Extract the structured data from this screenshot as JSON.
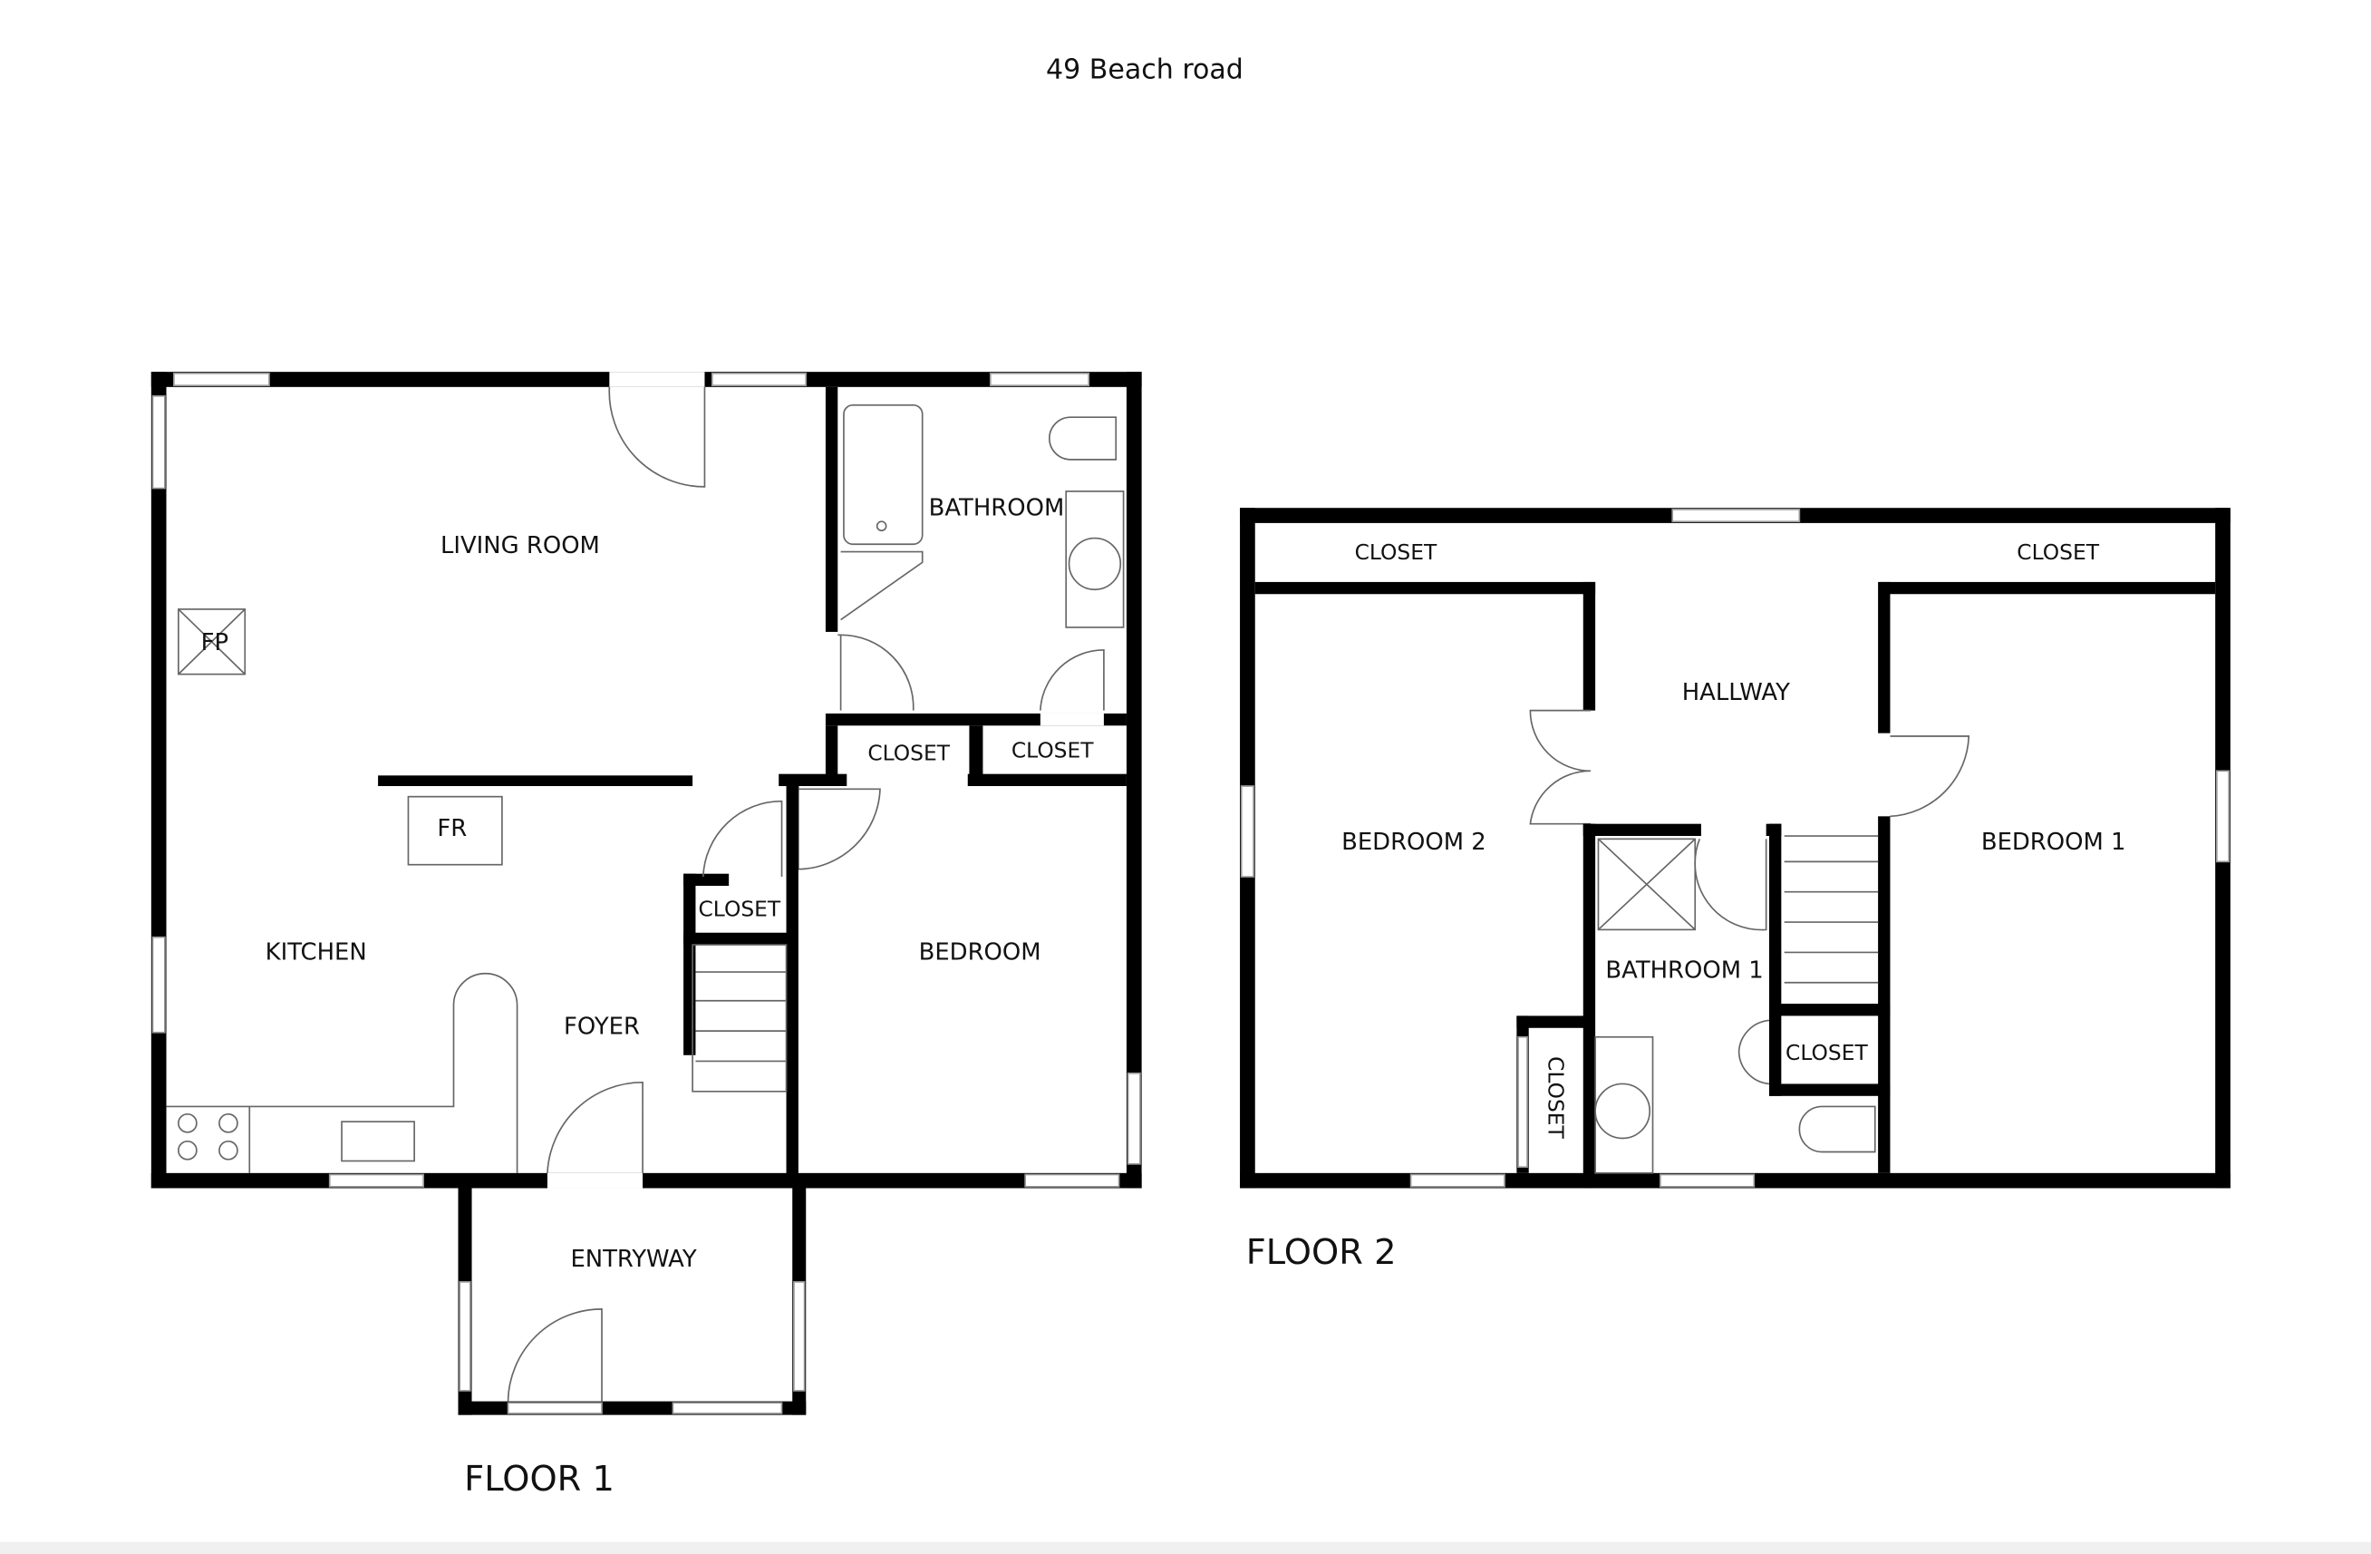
{
  "title": "49 Beach road",
  "floor1": {
    "label": "FLOOR 1",
    "rooms": {
      "living_room": "LIVING ROOM",
      "bathroom": "BATHROOM",
      "closet_a": "CLOSET",
      "closet_b": "CLOSET",
      "closet_c": "CLOSET",
      "kitchen": "KITCHEN",
      "foyer": "FOYER",
      "bedroom": "BEDROOM",
      "entryway": "ENTRYWAY"
    },
    "fixtures": {
      "fireplace": "FP",
      "fridge": "FR"
    }
  },
  "floor2": {
    "label": "FLOOR 2",
    "rooms": {
      "closet_left": "CLOSET",
      "closet_right": "CLOSET",
      "hallway": "HALLWAY",
      "bedroom2": "BEDROOM 2",
      "bedroom1": "BEDROOM 1",
      "bathroom1": "BATHROOM 1",
      "closet_bath": "CLOSET",
      "closet_bed2": "CLOSET"
    }
  }
}
